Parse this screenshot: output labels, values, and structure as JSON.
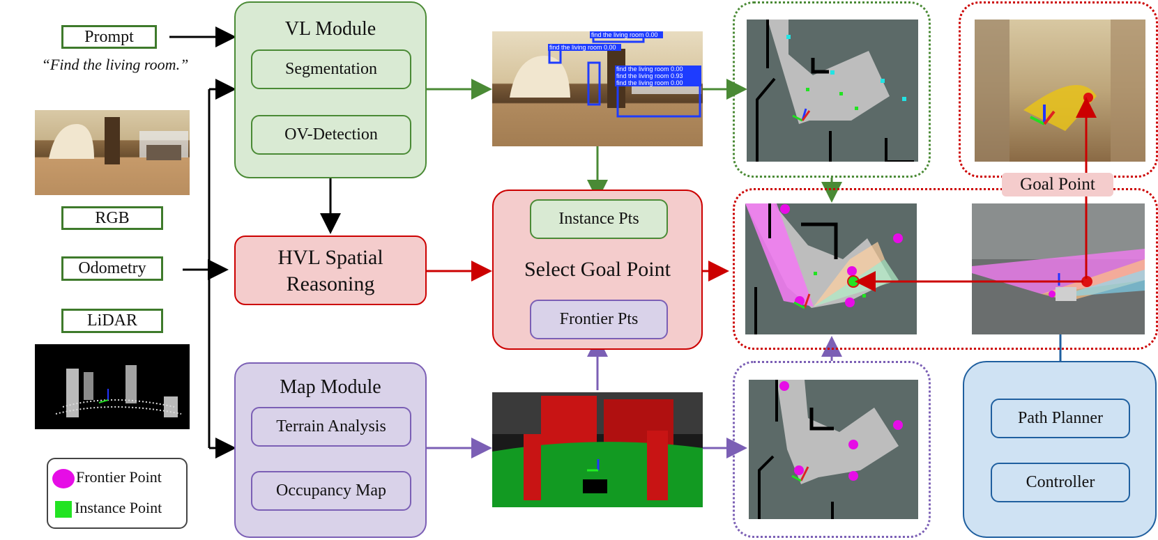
{
  "inputs": {
    "prompt_label": "Prompt",
    "prompt_quote": "“Find the living room.”",
    "rgb_label": "RGB",
    "odometry_label": "Odometry",
    "lidar_label": "LiDAR"
  },
  "legend": {
    "frontier": "Frontier Point",
    "instance": "Instance Point"
  },
  "vl_module": {
    "title": "VL Module",
    "segmentation": "Segmentation",
    "detection": "OV-Detection"
  },
  "hvl": {
    "line1": "HVL Spatial",
    "line2": "Reasoning"
  },
  "map_module": {
    "title": "Map Module",
    "terrain": "Terrain Analysis",
    "occupancy": "Occupancy Map"
  },
  "select": {
    "instance_pts": "Instance Pts",
    "title": "Select Goal Point",
    "frontier_pts": "Frontier Pts"
  },
  "detections": {
    "a": "find the living room 0.00",
    "b": "find the living room 0.00",
    "c": "find the living room 0.00",
    "d": "find the living room 0.93",
    "e": "find the living room 0.00"
  },
  "goal_point_label": "Goal Point",
  "planner": {
    "path_planner": "Path Planner",
    "controller": "Controller"
  },
  "colors": {
    "green_border": "#4a8a35",
    "green_fill": "#d9ead3",
    "red_border": "#cc0000",
    "red_fill": "#f4cccc",
    "purple_border": "#8e7cc3",
    "purple_fill": "#d9d2e9",
    "blue_border": "#1f5f9f",
    "blue_fill": "#cfe2f3",
    "map_bg": "#5c6a68",
    "map_free": "#bdbdbd"
  }
}
